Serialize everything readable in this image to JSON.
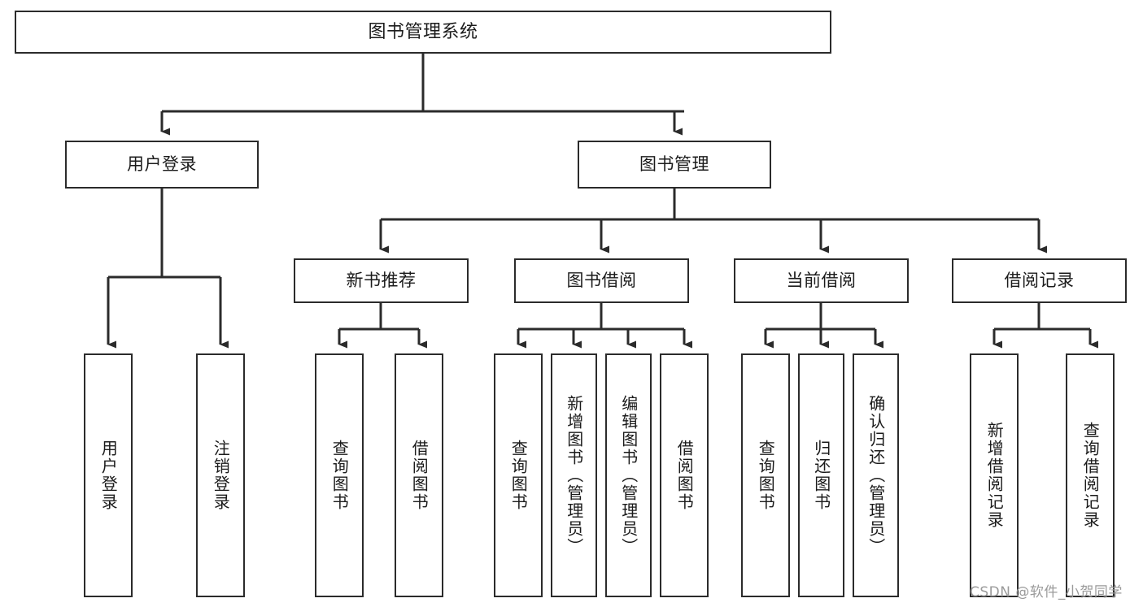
{
  "diagram": {
    "type": "tree-hierarchy-chart",
    "title": "图书管理系统",
    "watermark": "CSDN @软件_小贺同学",
    "colors": {
      "box_border": "#2b2b2b",
      "box_fill": "#ffffff",
      "connector": "#2b2b2b",
      "text": "#1b1b1b",
      "watermark": "#9a9a9a"
    },
    "levels": {
      "root": {
        "label": "图书管理系统"
      },
      "level2": [
        {
          "label": "用户登录"
        },
        {
          "label": "图书管理"
        }
      ],
      "level3": [
        {
          "label": "新书推荐"
        },
        {
          "label": "图书借阅"
        },
        {
          "label": "当前借阅"
        },
        {
          "label": "借阅记录"
        }
      ],
      "leaves": {
        "user_login": [
          {
            "label": "用户登录"
          },
          {
            "label": "注销登录"
          }
        ],
        "new_book_recommend": [
          {
            "label": "查询图书"
          },
          {
            "label": "借阅图书"
          }
        ],
        "book_borrow": [
          {
            "label": "查询图书"
          },
          {
            "label": "新增图书（管理员）"
          },
          {
            "label": "编辑图书（管理员）"
          },
          {
            "label": "借阅图书"
          }
        ],
        "current_borrow": [
          {
            "label": "查询图书"
          },
          {
            "label": "归还图书"
          },
          {
            "label": "确认归还（管理员）"
          }
        ],
        "borrow_record": [
          {
            "label": "新增借阅记录"
          },
          {
            "label": "查询借阅记录"
          }
        ]
      }
    }
  }
}
